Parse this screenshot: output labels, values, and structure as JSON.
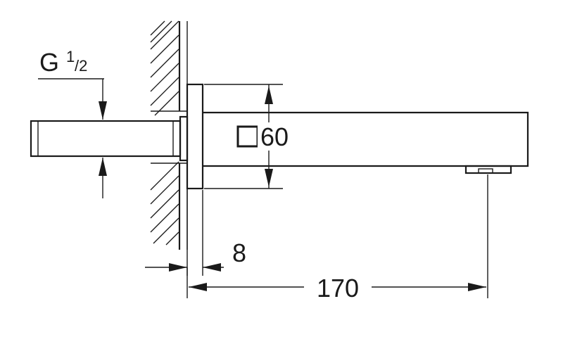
{
  "drawing": {
    "thread_label_main": "G",
    "thread_label_num": "1",
    "thread_label_den": "/2",
    "square_dim_label": "60",
    "wall_dim_label": "8",
    "projection_dim_label": "170",
    "colors": {
      "line": "#1a1a1a",
      "background": "#ffffff"
    }
  }
}
